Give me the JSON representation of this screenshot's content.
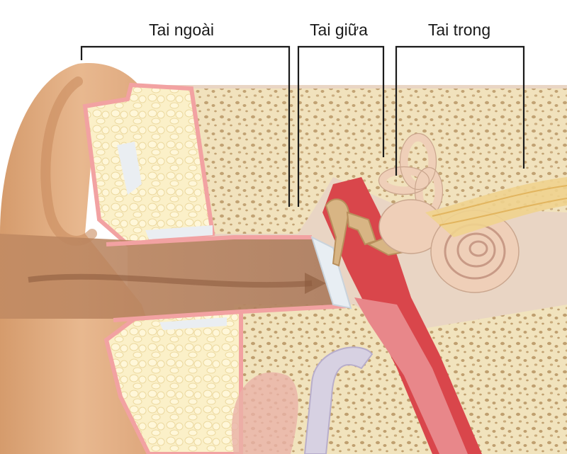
{
  "diagram": {
    "labels": {
      "outer_ear": "Tai ngoài",
      "middle_ear": "Tai giữa",
      "inner_ear": "Tai trong"
    },
    "colors": {
      "skin": "#e6b48c",
      "skin_shadow": "#c98c5f",
      "bone": "#f1e3bd",
      "bone_pore": "#bf9f6f",
      "cartilage": "#fbf0c8",
      "canal_membrane": "#f2a2a2",
      "middle_ear_cavity": "#d9464b",
      "eustachian_tube": "#e8878a",
      "inner_ear": "#efcfb8",
      "nerve": "#f0d38e",
      "background_tissue": "#e9d5c4",
      "tube": "#d7d1e2"
    }
  }
}
